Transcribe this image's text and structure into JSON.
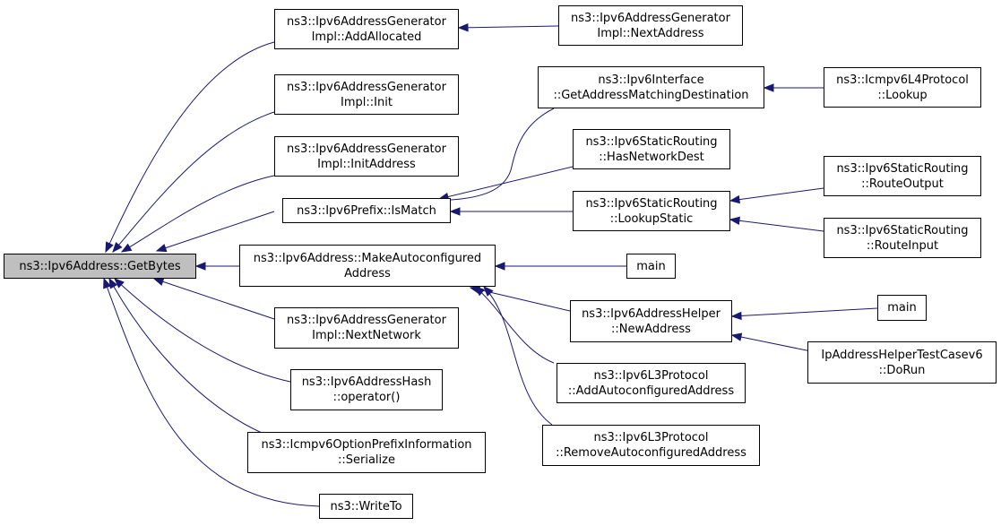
{
  "colors": {
    "edge": "#191970",
    "root_fill": "#bfbfbf",
    "node_fill": "#ffffff",
    "border": "#000000"
  },
  "nodes": {
    "getbytes": {
      "lines": [
        "ns3::Ipv6Address::GetBytes"
      ]
    },
    "addallocated": {
      "lines": [
        "ns3::Ipv6AddressGenerator",
        "Impl::AddAllocated"
      ]
    },
    "nextaddress": {
      "lines": [
        "ns3::Ipv6AddressGenerator",
        "Impl::NextAddress"
      ]
    },
    "init": {
      "lines": [
        "ns3::Ipv6AddressGenerator",
        "Impl::Init"
      ]
    },
    "initaddress": {
      "lines": [
        "ns3::Ipv6AddressGenerator",
        "Impl::InitAddress"
      ]
    },
    "ismatch": {
      "lines": [
        "ns3::Ipv6Prefix::IsMatch"
      ]
    },
    "getaddrmatch": {
      "lines": [
        "ns3::Ipv6Interface",
        "::GetAddressMatchingDestination"
      ]
    },
    "icmplookup": {
      "lines": [
        "ns3::Icmpv6L4Protocol",
        "::Lookup"
      ]
    },
    "hasnetdest": {
      "lines": [
        "ns3::Ipv6StaticRouting",
        "::HasNetworkDest"
      ]
    },
    "lookupstatic": {
      "lines": [
        "ns3::Ipv6StaticRouting",
        "::LookupStatic"
      ]
    },
    "routeoutput": {
      "lines": [
        "ns3::Ipv6StaticRouting",
        "::RouteOutput"
      ]
    },
    "routeinput": {
      "lines": [
        "ns3::Ipv6StaticRouting",
        "::RouteInput"
      ]
    },
    "makeauto": {
      "lines": [
        "ns3::Ipv6Address::MakeAutoconfigured",
        "Address"
      ]
    },
    "main1": {
      "lines": [
        "main"
      ]
    },
    "newaddress": {
      "lines": [
        "ns3::Ipv6AddressHelper",
        "::NewAddress"
      ]
    },
    "main2": {
      "lines": [
        "main"
      ]
    },
    "iphelpertest": {
      "lines": [
        "IpAddressHelperTestCasev6",
        "::DoRun"
      ]
    },
    "nextnetwork": {
      "lines": [
        "ns3::Ipv6AddressGenerator",
        "Impl::NextNetwork"
      ]
    },
    "addautoconf": {
      "lines": [
        "ns3::Ipv6L3Protocol",
        "::AddAutoconfiguredAddress"
      ]
    },
    "hashop": {
      "lines": [
        "ns3::Ipv6AddressHash",
        "::operator()"
      ]
    },
    "removeautoconf": {
      "lines": [
        "ns3::Ipv6L3Protocol",
        "::RemoveAutoconfiguredAddress"
      ]
    },
    "serialize": {
      "lines": [
        "ns3::Icmpv6OptionPrefixInformation",
        "::Serialize"
      ]
    },
    "writeto": {
      "lines": [
        "ns3::WriteTo"
      ]
    }
  }
}
